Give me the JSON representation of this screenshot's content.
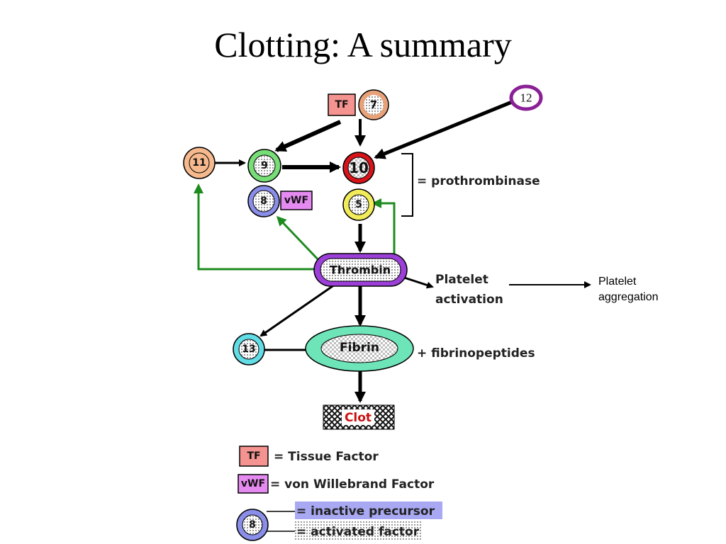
{
  "title": "Clotting: A summary",
  "diagram": {
    "factors": {
      "f7": "7",
      "f9": "9",
      "f10": "10",
      "f5": "5",
      "f8": "8",
      "f11": "11",
      "f12": "12",
      "f13": "13"
    },
    "boxes": {
      "tf": "TF",
      "vwf": "vWF"
    },
    "nodes": {
      "thrombin": "Thrombin",
      "fibrin": "Fibrin",
      "clot": "Clot"
    },
    "labels": {
      "prothrombinase": "= prothrombinase",
      "platelet_activation_1": "Platelet",
      "platelet_activation_2": "activation",
      "platelet_aggregation_1": "Platelet",
      "platelet_aggregation_2": "aggregation",
      "fibrinopeptides": "+ fibrinopeptides"
    },
    "legend": {
      "tf_box": "TF",
      "tf_text": "= Tissue Factor",
      "vwf_box": "vWF",
      "vwf_text": "= von Willebrand Factor",
      "factor_example": "8",
      "inactive": "= inactive precursor",
      "activated": "= activated factor"
    },
    "colors": {
      "tf_fill": "#f4938f",
      "f7_fill": "#e8a27a",
      "f11_fill": "#f5b98d",
      "f9_fill": "#77dd77",
      "f10_ring": "#d8141a",
      "f5_fill": "#f2ec5a",
      "f8_fill": "#8a8ee8",
      "vwf_fill": "#e58af0",
      "f12_ring": "#8a1f96",
      "thrombin_ring": "#9c3fd9",
      "fibrin_fill": "#6ee5b8",
      "f13_fill": "#62dde6",
      "green_arrow": "#1e8b1e",
      "clot_text": "#cc1111",
      "legend_band": "#a9a9f3"
    }
  }
}
